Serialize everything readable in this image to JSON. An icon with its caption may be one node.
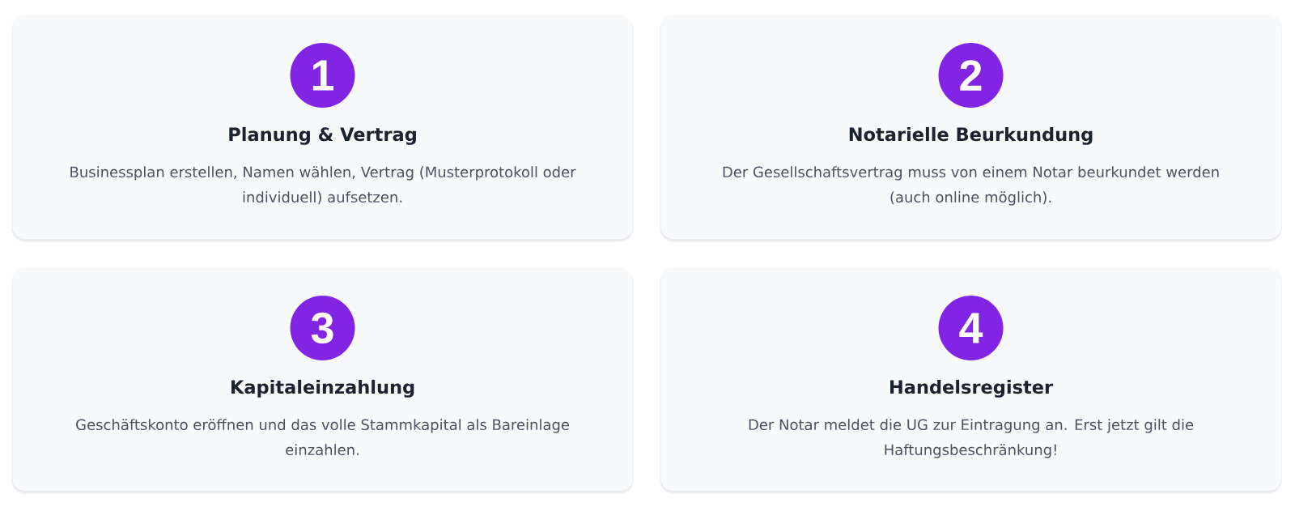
{
  "diagram": {
    "nodes": [
      {
        "text": [
          "Planung & Vertrag",
          "Businessplan erstellen, Namen wählen, Vertrag (Musterprotokoll oder individuell) aufsetzen."
        ]
      },
      {
        "text": [
          "1"
        ],
        "in": 0
      },
      {
        "text": [
          "Notarielle Beurkundung",
          "Der Gesellschaftsvertrag muss von einem Notar beurkundet werden (auch online möglich)."
        ]
      },
      {
        "text": [
          "2"
        ],
        "in": 2
      },
      {
        "text": [
          "Kapitaleinzahlung",
          "Geschäftskonto eröffnen und das volle Stammkapital als Bareinlage einzahlen."
        ]
      },
      {
        "text": [
          "3"
        ],
        "in": 4
      },
      {
        "text": [
          "Handelsregister",
          "Der Notar meldet die UG zur Eintragung an. Erst jetzt gilt die Haftungsbeschränkung!"
        ]
      },
      {
        "text": [
          "4"
        ],
        "in": 6
      }
    ]
  }
}
